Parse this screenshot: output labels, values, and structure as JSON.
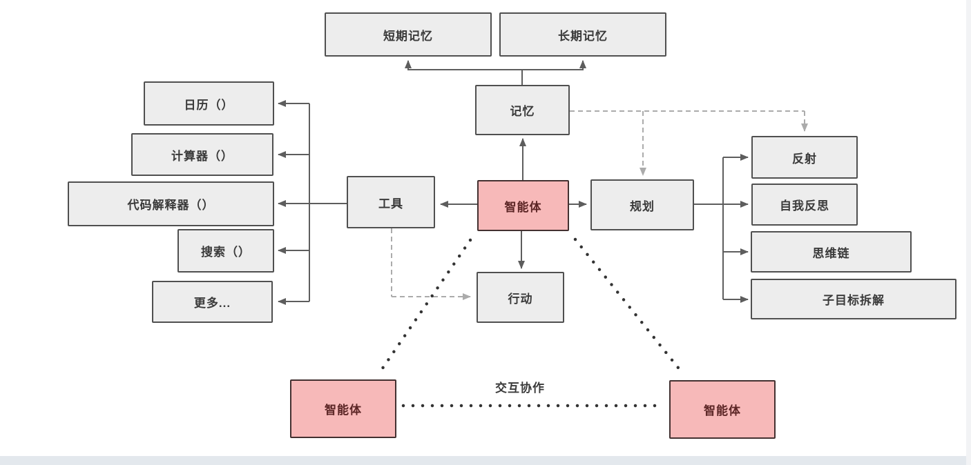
{
  "nodes": {
    "short_term_memory": "短期记忆",
    "long_term_memory": "长期记忆",
    "memory": "记忆",
    "tools": "工具",
    "agent": "智能体",
    "planning": "规划",
    "action": "行动",
    "agent_left": "智能体",
    "agent_right": "智能体"
  },
  "tool_items": [
    "日历（）",
    "计算器（）",
    "代码解释器（）",
    "搜索（）",
    "更多..."
  ],
  "planning_items": [
    "反射",
    "自我反思",
    "思维链",
    "子目标拆解"
  ],
  "labels": {
    "collaboration": "交互协作"
  },
  "colors": {
    "node_fill": "#ededed",
    "node_border": "#4f4f4f",
    "agent_fill": "#f7b9b9",
    "agent_border": "#433030",
    "agent_text": "#5c2626",
    "solid_connector": "#5d5d5d",
    "dashed_connector": "#ababab",
    "dotted_connector": "#333333",
    "footer_band": "#e3e8ed"
  }
}
